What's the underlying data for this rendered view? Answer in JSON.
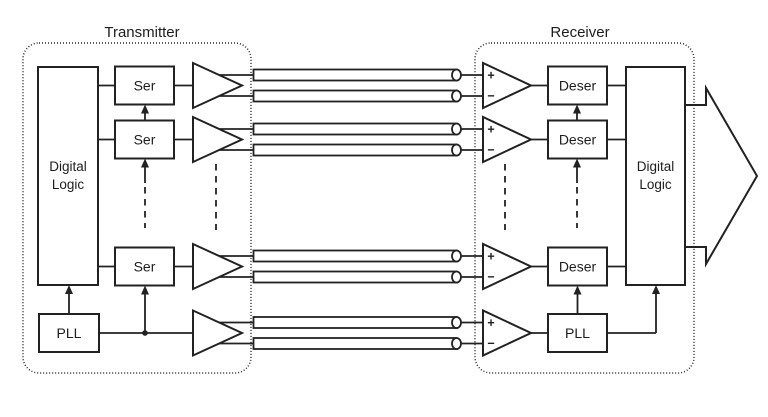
{
  "diagram": {
    "transmitter": {
      "title": "Transmitter",
      "digital_logic": [
        "Digital",
        "Logic"
      ],
      "ser": [
        "Ser",
        "Ser",
        "Ser"
      ],
      "pll": "PLL"
    },
    "receiver": {
      "title": "Receiver",
      "digital_logic": [
        "Digital",
        "Logic"
      ],
      "deser": [
        "Deser",
        "Deser",
        "Deser"
      ],
      "pll": "PLL",
      "plus": "+",
      "minus": "−"
    },
    "colors": {
      "line": "#222222",
      "background": "#ffffff"
    }
  }
}
